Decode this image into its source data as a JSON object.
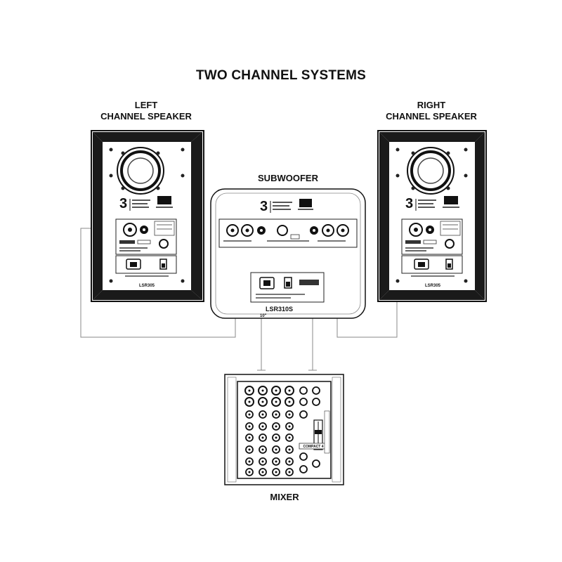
{
  "title": "TWO CHANNEL SYSTEMS",
  "left_speaker": {
    "line1": "LEFT",
    "line2": "CHANNEL SPEAKER",
    "badge": "3",
    "model": "LSR305"
  },
  "right_speaker": {
    "line1": "RIGHT",
    "line2": "CHANNEL SPEAKER",
    "badge": "3",
    "model": "LSR305"
  },
  "subwoofer": {
    "label": "SUBWOOFER",
    "badge": "3",
    "model": "LSR310S",
    "size": "10\""
  },
  "mixer": {
    "label": "MIXER",
    "brand": "COMPACT 4"
  }
}
